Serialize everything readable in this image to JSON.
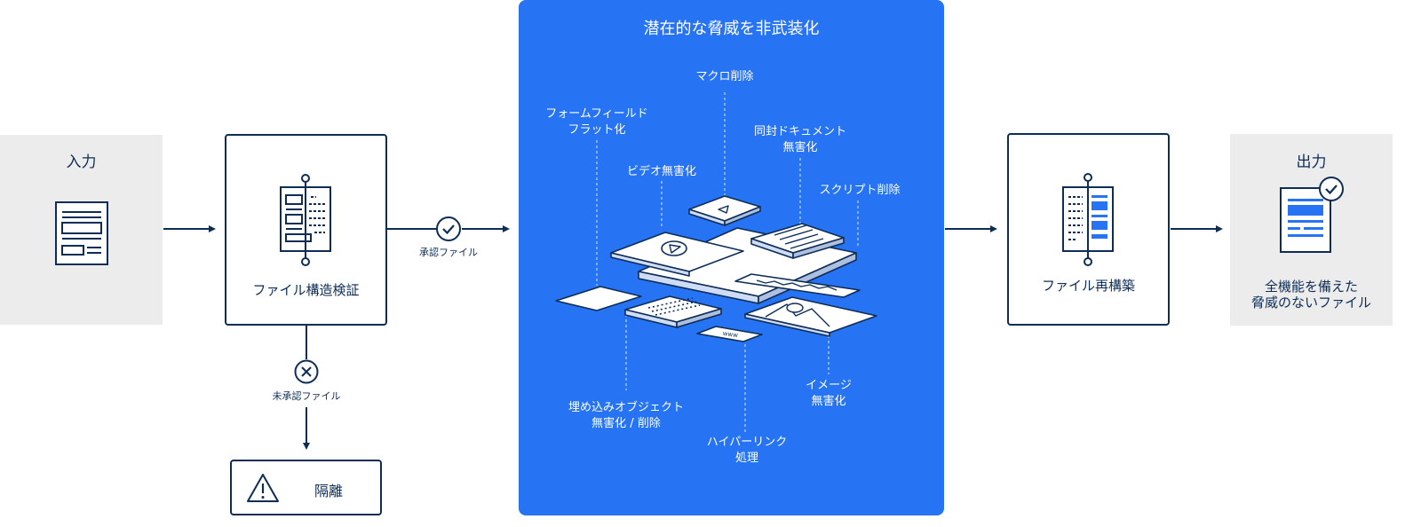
{
  "input": {
    "title": "入力"
  },
  "structure": {
    "label": "ファイル構造検証"
  },
  "approved": {
    "label": "承認ファイル"
  },
  "unapproved": {
    "label": "未承認ファイル"
  },
  "quarantine": {
    "label": "隔離"
  },
  "panel": {
    "title": "潜在的な脅威を非武装化",
    "labels": {
      "macro": "マクロ削除",
      "form_line1": "フォームフィールド",
      "form_line2": "フラット化",
      "doc_line1": "同封ドキュメント",
      "doc_line2": "無害化",
      "video": "ビデオ無害化",
      "script": "スクリプト削除",
      "embed_line1": "埋め込みオブジェクト",
      "embed_line2": "無害化 / 削除",
      "image_line1": "イメージ",
      "image_line2": "無害化",
      "link_line1": "ハイパーリンク",
      "link_line2": "処理"
    },
    "www": "www"
  },
  "rebuild": {
    "label": "ファイル再構築"
  },
  "output": {
    "title": "出力",
    "line1": "全機能を備えた",
    "line2": "脅威のないファイル"
  },
  "colors": {
    "navy": "#0d2d57",
    "blue": "#2673f3",
    "gray": "#ececec"
  }
}
